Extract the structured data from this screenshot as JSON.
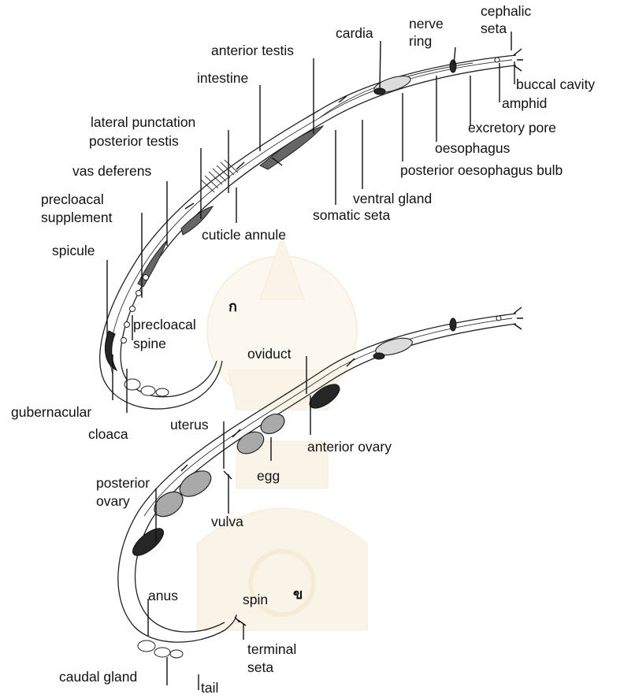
{
  "figure": {
    "panel_markers": {
      "male": "ก",
      "female": "ข"
    },
    "male_labels": {
      "cephalic_seta": [
        "cephalic",
        "seta"
      ],
      "nerve_ring": [
        "nerve",
        "ring"
      ],
      "cardia": "cardia",
      "anterior_testis": "anterior testis",
      "buccal_cavity": "buccal cavity",
      "amphid": "amphid",
      "intestine": "intestine",
      "excretory_pore": "excretory pore",
      "lateral_punctation": "lateral punctation",
      "posterior_testis": "posterior testis",
      "oesophagus": "oesophagus",
      "posterior_oesophagus_bulb": "posterior oesophagus bulb",
      "vas_deferens": "vas deferens",
      "ventral_gland": "ventral gland",
      "precloacal_supplement": [
        "precloacal",
        "supplement"
      ],
      "somatic_seta": "somatic seta",
      "cuticle_annule": "cuticle annule",
      "spicule": "spicule",
      "precloacal_spine": [
        "precloacal",
        "spine"
      ],
      "gubernacular": "gubernacular",
      "cloaca": "cloaca"
    },
    "female_labels": {
      "oviduct": "oviduct",
      "uterus": "uterus",
      "anterior_ovary": "anterior ovary",
      "egg": "egg",
      "posterior_ovary": [
        "posterior",
        "ovary"
      ],
      "vulva": "vulva",
      "anus": "anus",
      "spin": "spin",
      "terminal_seta": [
        "terminal",
        "seta"
      ],
      "caudal_gland": "caudal gland",
      "tail": "tail"
    }
  }
}
